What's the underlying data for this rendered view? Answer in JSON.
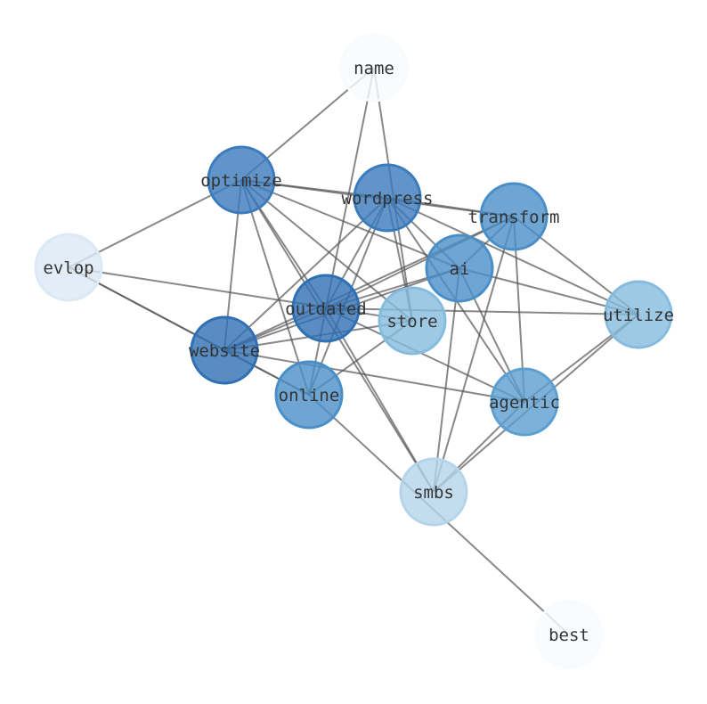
{
  "nodes": [
    {
      "id": "name",
      "label": "name",
      "color": "#f7fbff"
    },
    {
      "id": "optimize",
      "label": "optimize",
      "color": "#3a7bbd"
    },
    {
      "id": "wordpress",
      "label": "wordpress",
      "color": "#3a7bbd"
    },
    {
      "id": "transform",
      "label": "transform",
      "color": "#4a8ec8"
    },
    {
      "id": "evlop",
      "label": "evlop",
      "color": "#dbe8f5"
    },
    {
      "id": "ai",
      "label": "ai",
      "color": "#4a8ec8"
    },
    {
      "id": "outdated",
      "label": "outdated",
      "color": "#2f6fb3"
    },
    {
      "id": "store",
      "label": "store",
      "color": "#84bbde"
    },
    {
      "id": "utilize",
      "label": "utilize",
      "color": "#84bbde"
    },
    {
      "id": "website",
      "label": "website",
      "color": "#2f6fb3"
    },
    {
      "id": "online",
      "label": "online",
      "color": "#4a8ec8"
    },
    {
      "id": "agentic",
      "label": "agentic",
      "color": "#5b9fd0"
    },
    {
      "id": "smbs",
      "label": "smbs",
      "color": "#b5d4ea"
    },
    {
      "id": "best",
      "label": "best",
      "color": "#f7fbff"
    }
  ],
  "edges": [
    [
      "name",
      "optimize"
    ],
    [
      "name",
      "outdated"
    ],
    [
      "name",
      "store"
    ],
    [
      "optimize",
      "evlop"
    ],
    [
      "optimize",
      "wordpress"
    ],
    [
      "optimize",
      "transform"
    ],
    [
      "optimize",
      "ai"
    ],
    [
      "optimize",
      "store"
    ],
    [
      "optimize",
      "outdated"
    ],
    [
      "optimize",
      "website"
    ],
    [
      "optimize",
      "online"
    ],
    [
      "optimize",
      "smbs"
    ],
    [
      "wordpress",
      "transform"
    ],
    [
      "wordpress",
      "outdated"
    ],
    [
      "wordpress",
      "website"
    ],
    [
      "wordpress",
      "online"
    ],
    [
      "wordpress",
      "store"
    ],
    [
      "wordpress",
      "ai"
    ],
    [
      "wordpress",
      "agentic"
    ],
    [
      "wordpress",
      "utilize"
    ],
    [
      "transform",
      "outdated"
    ],
    [
      "transform",
      "website"
    ],
    [
      "transform",
      "ai"
    ],
    [
      "transform",
      "agentic"
    ],
    [
      "transform",
      "smbs"
    ],
    [
      "transform",
      "utilize"
    ],
    [
      "evlop",
      "website"
    ],
    [
      "evlop",
      "online"
    ],
    [
      "evlop",
      "store"
    ],
    [
      "ai",
      "outdated"
    ],
    [
      "ai",
      "website"
    ],
    [
      "ai",
      "utilize"
    ],
    [
      "ai",
      "agentic"
    ],
    [
      "ai",
      "smbs"
    ],
    [
      "outdated",
      "utilize"
    ],
    [
      "outdated",
      "website"
    ],
    [
      "outdated",
      "online"
    ],
    [
      "outdated",
      "agentic"
    ],
    [
      "outdated",
      "smbs"
    ],
    [
      "store",
      "website"
    ],
    [
      "store",
      "online"
    ],
    [
      "website",
      "agentic"
    ],
    [
      "website",
      "online"
    ],
    [
      "utilize",
      "smbs"
    ],
    [
      "utilize",
      "agentic"
    ],
    [
      "agentic",
      "smbs"
    ],
    [
      "online",
      "best"
    ]
  ]
}
